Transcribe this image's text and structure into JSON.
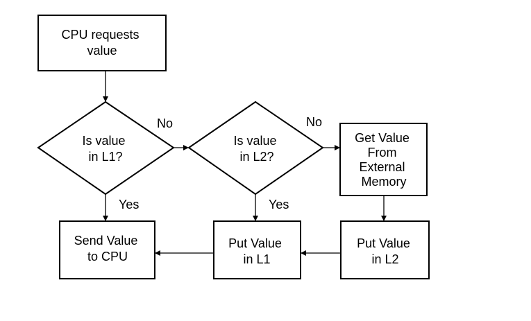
{
  "diagram": {
    "nodes": {
      "cpu_requests": [
        "CPU requests",
        "value"
      ],
      "in_l1": [
        "Is value",
        "in L1?"
      ],
      "in_l2": [
        "Is value",
        "in L2?"
      ],
      "get_external": [
        "Get Value",
        "From",
        "External",
        "Memory"
      ],
      "send_to_cpu": [
        "Send Value",
        "to CPU"
      ],
      "put_l1": [
        "Put Value",
        "in L1"
      ],
      "put_l2": [
        "Put Value",
        "in L2"
      ]
    },
    "edge_labels": {
      "l1_no": "No",
      "l1_yes": "Yes",
      "l2_no": "No",
      "l2_yes": "Yes"
    }
  }
}
